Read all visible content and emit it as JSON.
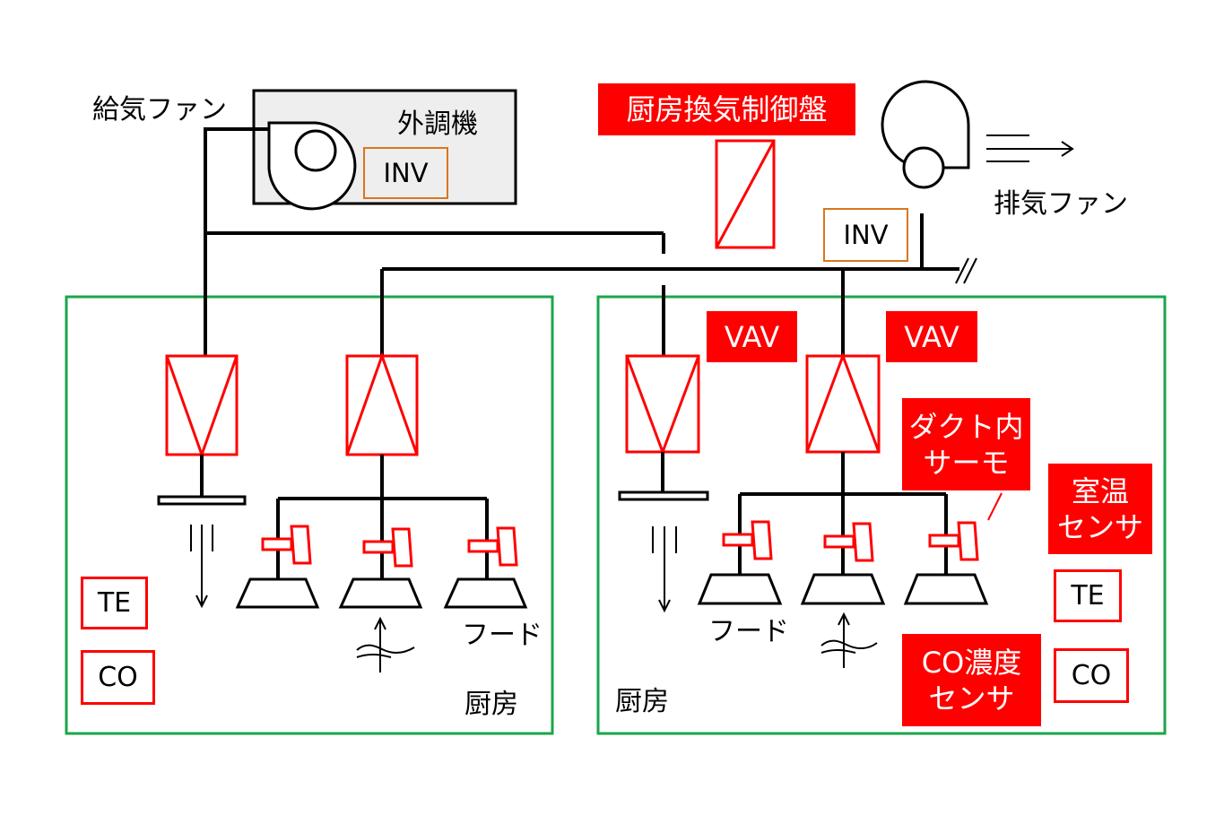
{
  "supply_fan": {
    "label": "給気ファン"
  },
  "air_handler": {
    "label": "外調機",
    "inv_label": "INV"
  },
  "control_panel": {
    "label": "厨房換気制御盤"
  },
  "exhaust_fan": {
    "label": "排気ファン",
    "inv_label": "INV"
  },
  "kitchen_left": {
    "room_label": "厨房",
    "hood_label": "フード",
    "te_label": "TE",
    "co_label": "CO"
  },
  "kitchen_right": {
    "room_label": "厨房",
    "hood_label": "フード",
    "vav_supply_label": "VAV",
    "vav_exhaust_label": "VAV",
    "duct_thermo_label": [
      "ダクト内",
      "サーモ"
    ],
    "room_temp_sensor_label": [
      "室温",
      "センサ"
    ],
    "co_sensor_label": [
      "CO濃度",
      "センサ"
    ],
    "te_label": "TE",
    "co_label": "CO"
  },
  "colors": {
    "accent_red": "#ff0000",
    "room_border_green": "#1aa64a",
    "inv_border_orange": "#d7771f",
    "air_handler_fill": "#eeeeee"
  }
}
